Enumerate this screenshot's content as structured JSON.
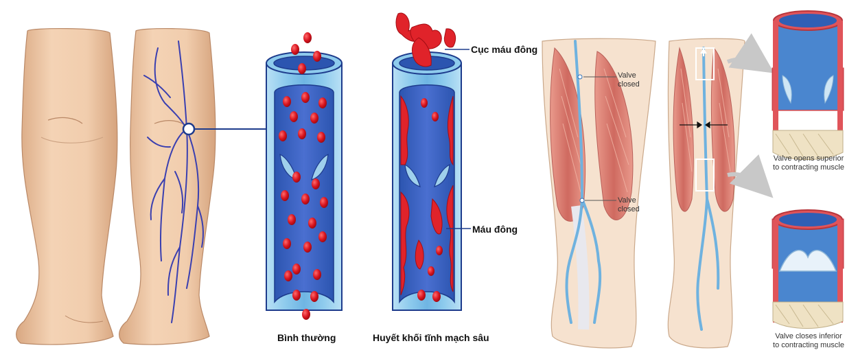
{
  "labels": {
    "normal": "Bình thường",
    "dvt": "Huyết khối tĩnh mạch sâu",
    "clot": "Cục máu đông",
    "clotted_blood": "Máu đông",
    "valve_closed_top": "Valve\nclosed",
    "valve_closed_bottom": "Valve\nclosed",
    "valve_opens": "Valve opens superior\nto contracting muscle",
    "valve_closes": "Valve closes inferior\nto contracting muscle"
  },
  "colors": {
    "skin": "#f1cfb0",
    "skin_shadow": "#d9a882",
    "vein": "#3a3fb0",
    "vessel_light": "#9fd0ec",
    "vessel_dark": "#2f5fb5",
    "blood_cell": "#d8141f",
    "muscle": "#d9776f",
    "muscle_stripe": "#f2b8a8",
    "anatomy_vein": "#6fb2df"
  }
}
